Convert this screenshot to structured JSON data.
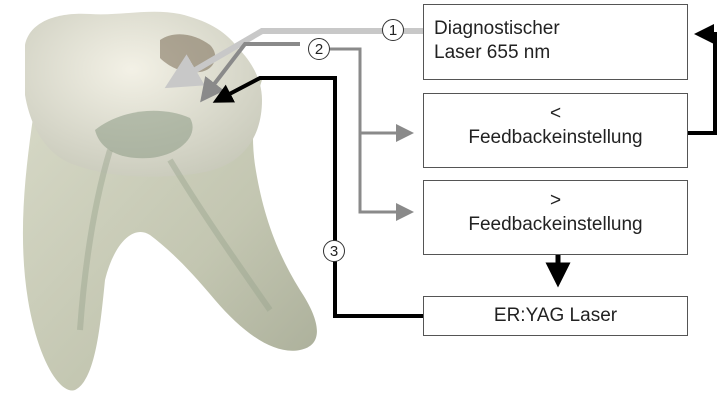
{
  "boxes": {
    "diagnostic_laser": [
      "Diagnostischer",
      "Laser 655 nm"
    ],
    "feedback_below": [
      "<",
      "Feedbackeinstellung"
    ],
    "feedback_above": [
      ">",
      "Feedbackeinstellung"
    ],
    "er_yag_laser": "ER:YAG Laser"
  },
  "markers": [
    "1",
    "2",
    "3"
  ],
  "colors": {
    "beam_light": "#c8c8c8",
    "beam_gray": "#8a8a8a",
    "beam_dark": "#000000",
    "box_border": "#555555"
  }
}
